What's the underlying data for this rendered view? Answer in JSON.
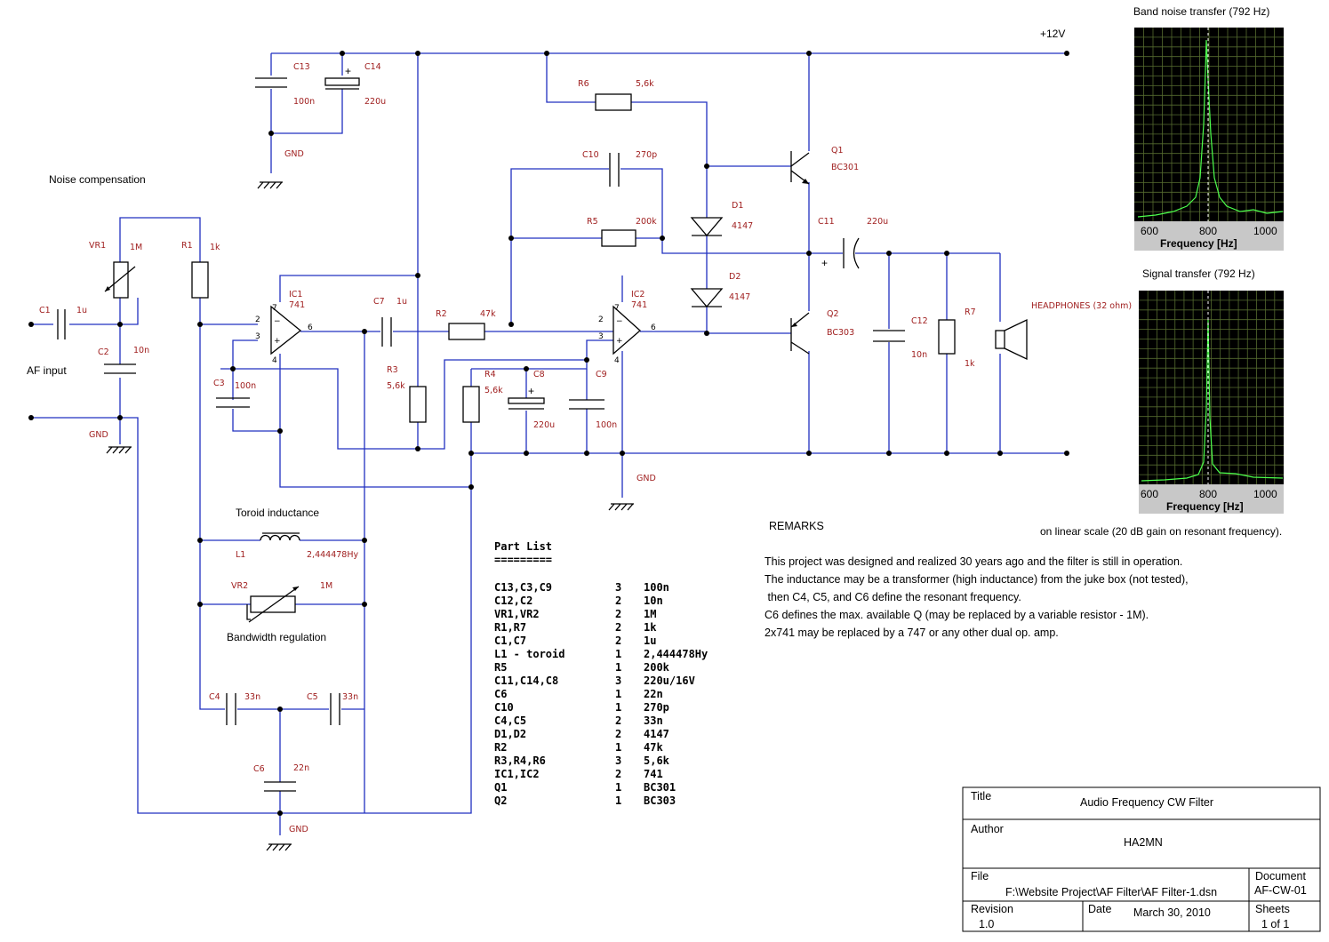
{
  "supply_label": "+12V",
  "labels": {
    "noise_comp": "Noise compensation",
    "af_input": "AF input",
    "toroid": "Toroid inductance",
    "bandwidth": "Bandwidth regulation",
    "headphones": "HEADPHONES (32 ohm)",
    "gnd": "GND"
  },
  "components": {
    "c13": [
      "C13",
      "100n"
    ],
    "c14": [
      "C14",
      "220u"
    ],
    "vr1": [
      "VR1",
      "1M"
    ],
    "r1": [
      "R1",
      "1k"
    ],
    "c1": [
      "C1",
      "1u"
    ],
    "c2": [
      "C2",
      "10n"
    ],
    "c3": [
      "C3",
      "100n"
    ],
    "ic1": [
      "IC1",
      "741"
    ],
    "c7": [
      "C7",
      "1u"
    ],
    "r2": [
      "R2",
      "47k"
    ],
    "r3": [
      "R3",
      "5,6k"
    ],
    "r4": [
      "R4",
      "5,6k"
    ],
    "c8": [
      "C8",
      "220u"
    ],
    "c9": [
      "C9",
      "100n"
    ],
    "ic2": [
      "IC2",
      "741"
    ],
    "c10": [
      "C10",
      "270p"
    ],
    "r5": [
      "R5",
      "200k"
    ],
    "r6": [
      "R6",
      "5,6k"
    ],
    "d1": [
      "D1",
      "4147"
    ],
    "d2": [
      "D2",
      "4147"
    ],
    "q1": [
      "Q1",
      "BC301"
    ],
    "q2": [
      "Q2",
      "BC303"
    ],
    "c11": [
      "C11",
      "220u"
    ],
    "c12": [
      "C12",
      "10n"
    ],
    "r7": [
      "R7",
      "1k"
    ],
    "l1": [
      "L1",
      "2,444478Hy"
    ],
    "vr2": [
      "VR2",
      "1M"
    ],
    "c4": [
      "C4",
      "33n"
    ],
    "c5": [
      "C5",
      "33n"
    ],
    "c6": [
      "C6",
      "22n"
    ]
  },
  "pins": {
    "p2": "2",
    "p3": "3",
    "p6": "6",
    "p7": "7",
    "p4": "4"
  },
  "graph1": {
    "title": "Band noise transfer (792 Hz)",
    "x_ticks": [
      "600",
      "800",
      "1000"
    ],
    "xlabel": "Frequency [Hz]"
  },
  "graph2": {
    "title": "Signal transfer (792 Hz)",
    "x_ticks": [
      "600",
      "800",
      "1000"
    ],
    "xlabel": "Frequency [Hz]"
  },
  "graph_note": "on linear scale (20 dB gain on resonant frequency).",
  "remarks": {
    "heading": "REMARKS",
    "lines": [
      "This project was designed and realized 30 years ago and the filter is still in operation.",
      "The inductance may be a transformer (high inductance) from the juke box (not tested),",
      " then C4, C5, and C6 define the resonant frequency.",
      "C6 defines the max. available Q (may be replaced by a variable resistor - 1M).",
      "2x741 may be replaced by a 747 or any other dual op. amp."
    ]
  },
  "part_list": {
    "title": "Part List",
    "underline": "=========",
    "rows": [
      [
        "C13,C3,C9",
        "3",
        "100n"
      ],
      [
        "C12,C2",
        "2",
        "10n"
      ],
      [
        "VR1,VR2",
        "2",
        "1M"
      ],
      [
        "R1,R7",
        "2",
        "1k"
      ],
      [
        "C1,C7",
        "2",
        "1u"
      ],
      [
        "L1 - toroid",
        "1",
        "2,444478Hy"
      ],
      [
        "R5",
        "1",
        "200k"
      ],
      [
        "C11,C14,C8",
        "3",
        "220u/16V"
      ],
      [
        "C6",
        "1",
        "22n"
      ],
      [
        "C10",
        "1",
        "270p"
      ],
      [
        "C4,C5",
        "2",
        "33n"
      ],
      [
        "D1,D2",
        "2",
        "4147"
      ],
      [
        "R2",
        "1",
        "47k"
      ],
      [
        "R3,R4,R6",
        "3",
        "5,6k"
      ],
      [
        "IC1,IC2",
        "2",
        "741"
      ],
      [
        "Q1",
        "1",
        "BC301"
      ],
      [
        "Q2",
        "1",
        "BC303"
      ]
    ]
  },
  "title_block": {
    "title_label": "Title",
    "title": "Audio Frequency CW Filter",
    "author_label": "Author",
    "author": "HA2MN",
    "file_label": "File",
    "file": "F:\\Website Project\\AF Filter\\AF Filter-1.dsn",
    "document_label": "Document",
    "document": "AF-CW-01",
    "revision_label": "Revision",
    "revision": "1.0",
    "date_label": "Date",
    "date": "March 30, 2010",
    "sheets_label": "Sheets",
    "sheets": "1 of 1"
  }
}
